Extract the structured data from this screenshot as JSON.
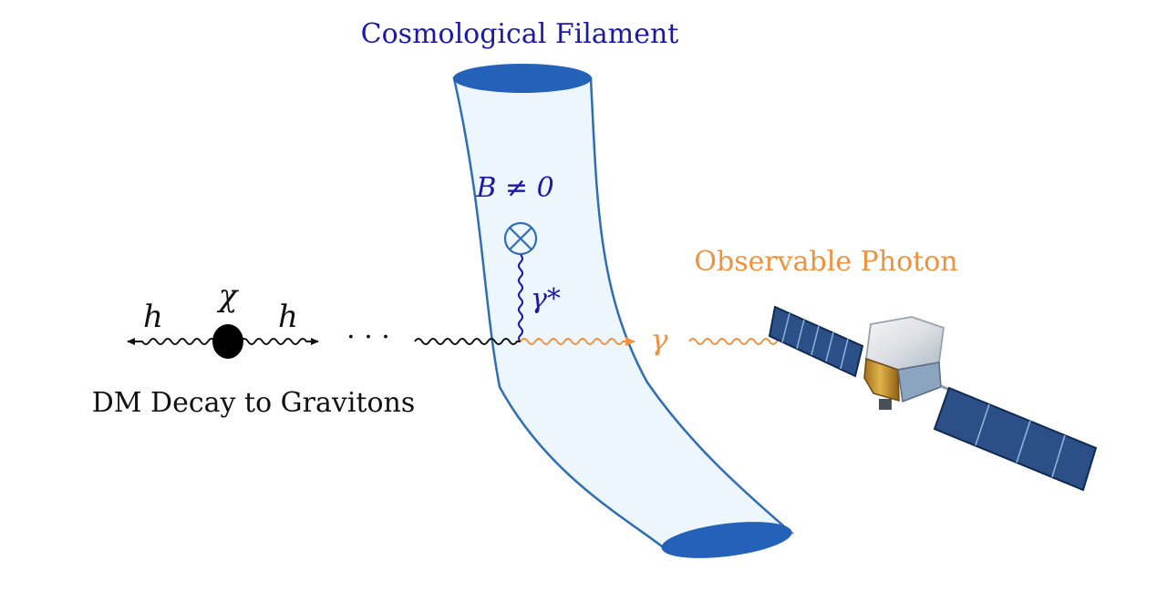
{
  "labels": {
    "filament_title": "Cosmological Filament",
    "field_condition": "B ≠ 0",
    "virtual_photon": "γ*",
    "photon": "γ",
    "observable_photon": "Observable Photon",
    "dm_particle": "χ",
    "graviton_left": "h",
    "graviton_right": "h",
    "ellipsis": "· · ·",
    "caption": "DM Decay to Gravitons"
  },
  "colors": {
    "filament_text": "#1a1aa6",
    "filament_fill": "#eef6fd",
    "filament_edge": "#2f6db5",
    "filament_cap": "#2461b8",
    "photon_orange": "#ef9240",
    "black": "#111111",
    "satellite_panel": "#2b4f86",
    "satellite_gold": "#c99426"
  },
  "icons": {
    "magnetic_field": "circled-times-icon",
    "detector": "satellite-icon"
  }
}
